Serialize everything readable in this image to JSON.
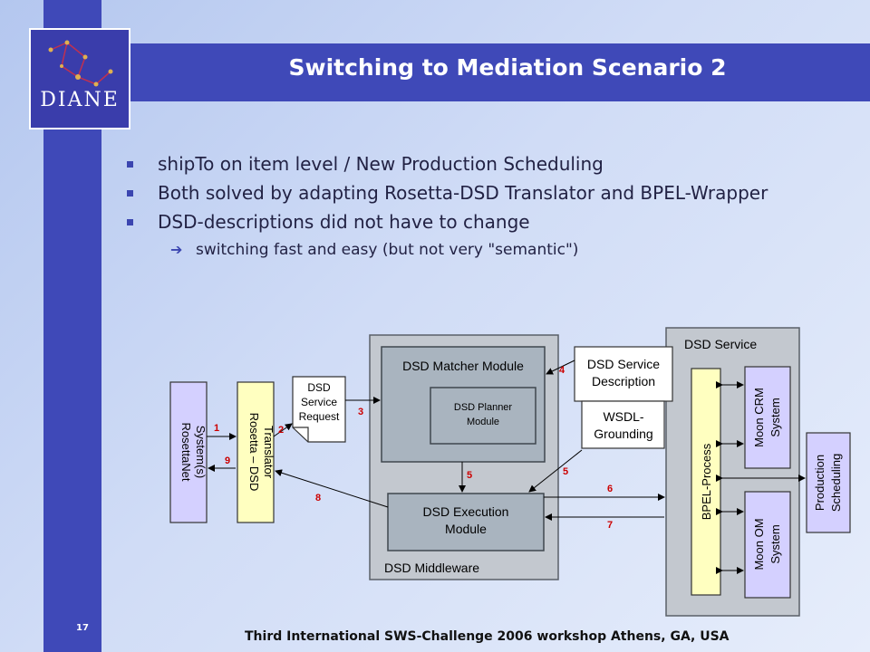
{
  "slide": {
    "title": "Switching to Mediation Scenario 2",
    "logo_text": "DIANE",
    "bullets": [
      "shipTo on item level / New Production Scheduling",
      "Both solved by adapting Rosetta-DSD Translator and BPEL-Wrapper",
      "DSD-descriptions did not have to change"
    ],
    "sub_bullet": "switching fast and easy (but not very \"semantic\")",
    "page_number": "17",
    "footer": "Third International SWS-Challenge 2006 workshop Athens, GA, USA"
  },
  "diagram": {
    "rosettanet": [
      "RosettaNet",
      "System(s)"
    ],
    "translator": [
      "Rosetta – DSD",
      "Translator"
    ],
    "request_doc": [
      "DSD",
      "Service",
      "Request"
    ],
    "middleware_label": "DSD Middleware",
    "matcher": "DSD Matcher Module",
    "planner": [
      "DSD Planner",
      "Module"
    ],
    "execution": [
      "DSD Execution",
      "Module"
    ],
    "service_desc": [
      "DSD Service",
      "Description"
    ],
    "grounding": [
      "WSDL-",
      "Grounding"
    ],
    "dsd_service_label": "DSD Service",
    "bpel": "BPEL-Process",
    "crm": [
      "Moon CRM",
      "System"
    ],
    "om": [
      "Moon OM",
      "System"
    ],
    "production": [
      "Production",
      "Scheduling"
    ],
    "step_labels": [
      "1",
      "2",
      "3",
      "4",
      "5",
      "5",
      "6",
      "7",
      "8",
      "9"
    ],
    "colors": {
      "accent": "#3f49b8",
      "step": "#cc0000",
      "module_fill": "#a9b4bf",
      "yellow": "#ffffc0",
      "lavender": "#d4d0ff"
    }
  }
}
